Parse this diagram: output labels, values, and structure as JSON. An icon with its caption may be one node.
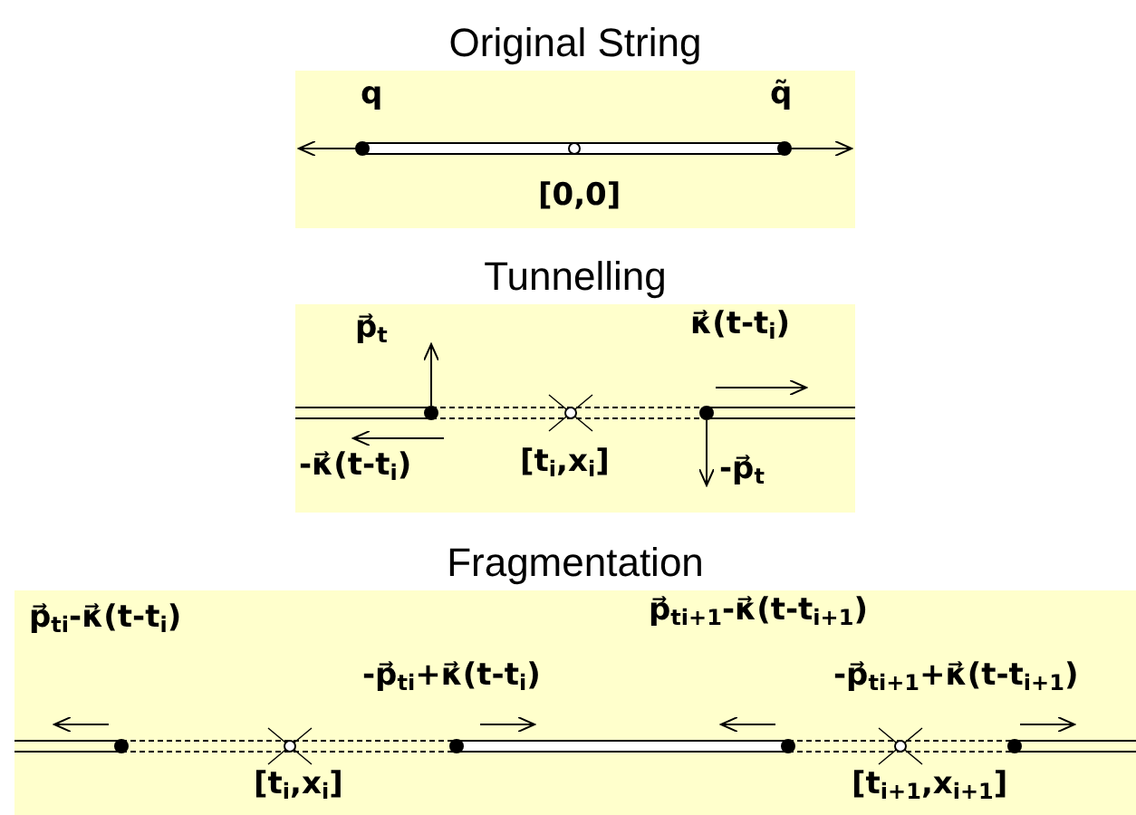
{
  "diagram": {
    "nodes": [
      {
        "text": [
          "Original String"
        ]
      },
      {
        "text": [
          "Tunnelling"
        ]
      },
      {
        "text": [
          "Fragmentation"
        ]
      }
    ],
    "labels": [
      "q",
      "q̃",
      "[0,0]",
      "p⃗$_{t}$",
      "κ⃗(t-t$_{i}$)",
      "-κ⃗(t-t$_{i}$)",
      "[t$_{i}$,x$_{i}$]",
      "-p⃗$_{t}$",
      "p⃗$_{ti}$-κ⃗(t-t$_{i}$)",
      "p⃗$_{ti+1}$-κ⃗(t-t$_{i+1}$)",
      "-p⃗$_{ti}$+κ⃗(t-t$_{i}$)",
      "-p⃗$_{ti+1}$+κ⃗(t-t$_{i+1}$)",
      "[t$_{i}$,x$_{i}$]",
      "[t$_{i+1}$,x$_{i+1}$]"
    ]
  }
}
